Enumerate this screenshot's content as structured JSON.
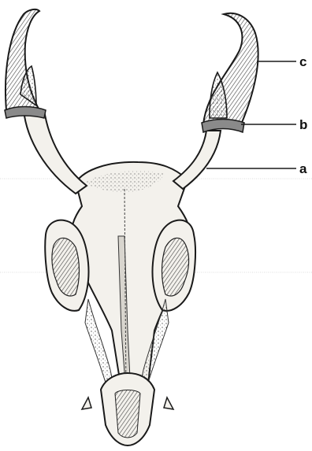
{
  "labels": {
    "a": "a",
    "b": "b",
    "c": "c"
  },
  "colors": {
    "ink": "#1a1a1a",
    "bone": "#f3f1ec",
    "shadow": "#6b6b6b",
    "background": "#ffffff"
  }
}
